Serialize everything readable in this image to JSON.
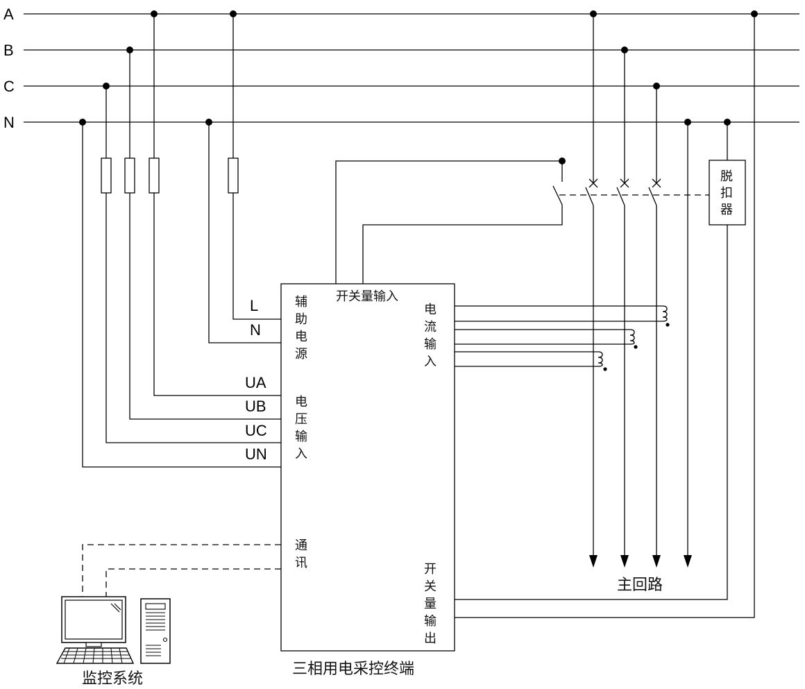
{
  "buses": {
    "a": "A",
    "b": "B",
    "c": "C",
    "n": "N"
  },
  "terminal": {
    "title": "三相用电采控终端",
    "switch_input": "开关量输入",
    "aux_power": [
      "辅",
      "助",
      "电",
      "源"
    ],
    "pin_l": "L",
    "pin_n": "N",
    "voltage_input": [
      "电",
      "压",
      "输",
      "入"
    ],
    "pin_ua": "UA",
    "pin_ub": "UB",
    "pin_uc": "UC",
    "pin_un": "UN",
    "current_input": [
      "电",
      "流",
      "输",
      "入"
    ],
    "comm": [
      "通",
      "讯"
    ],
    "switch_output": [
      "开",
      "关",
      "量",
      "输",
      "出"
    ]
  },
  "trip_unit": [
    "脱",
    "扣",
    "器"
  ],
  "main_circuit": "主回路",
  "monitor_system": "监控系统"
}
